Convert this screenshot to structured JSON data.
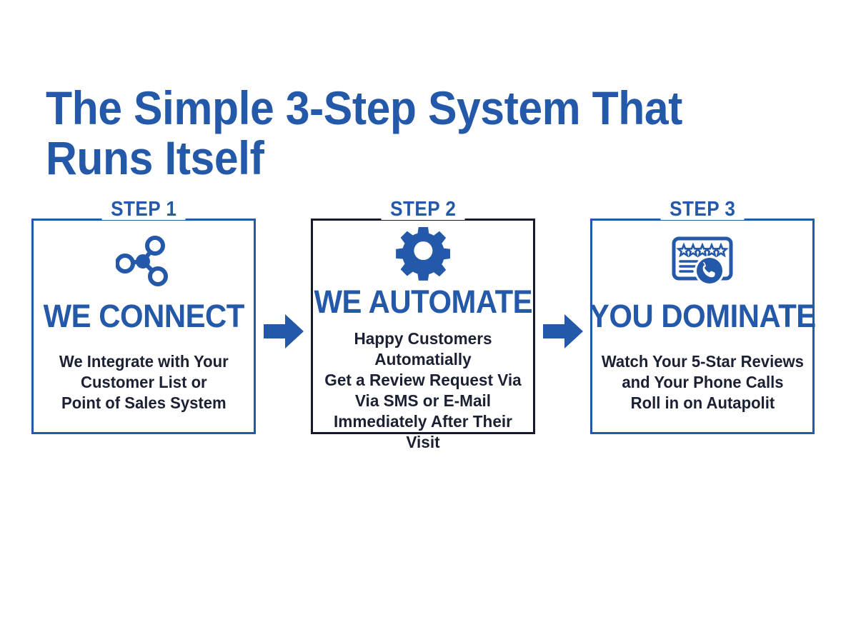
{
  "title": "The Simple 3-Step System That\nRuns Itself",
  "colors": {
    "brand_blue": "#2458A8",
    "dark_navy": "#15192b",
    "body_text": "#1b2033",
    "background": "#ffffff"
  },
  "steps": [
    {
      "label": "STEP 1",
      "heading": "WE CONNECT",
      "description": "We Integrate with Your\nCustomer List or\nPoint of Sales System",
      "icon": "network-nodes-icon",
      "border_color": "#2458A8"
    },
    {
      "label": "STEP 2",
      "heading": "WE AUTOMATE",
      "description": "Happy Customers Automatially\nGet a Review Request Via\nVia SMS or E-Mail\nImmediately After Their Visit",
      "icon": "gear-icon",
      "border_color": "#15192b"
    },
    {
      "label": "STEP 3",
      "heading": "YOU DOMINATE",
      "description": "Watch Your 5-Star Reviews\nand Your Phone Calls\nRoll in on Autapolit",
      "icon": "review-card-phone-icon",
      "border_color": "#2458A8"
    }
  ],
  "arrows": [
    {
      "name": "arrow-step1-to-step2",
      "direction": "right"
    },
    {
      "name": "arrow-step2-to-step3",
      "direction": "right"
    }
  ]
}
